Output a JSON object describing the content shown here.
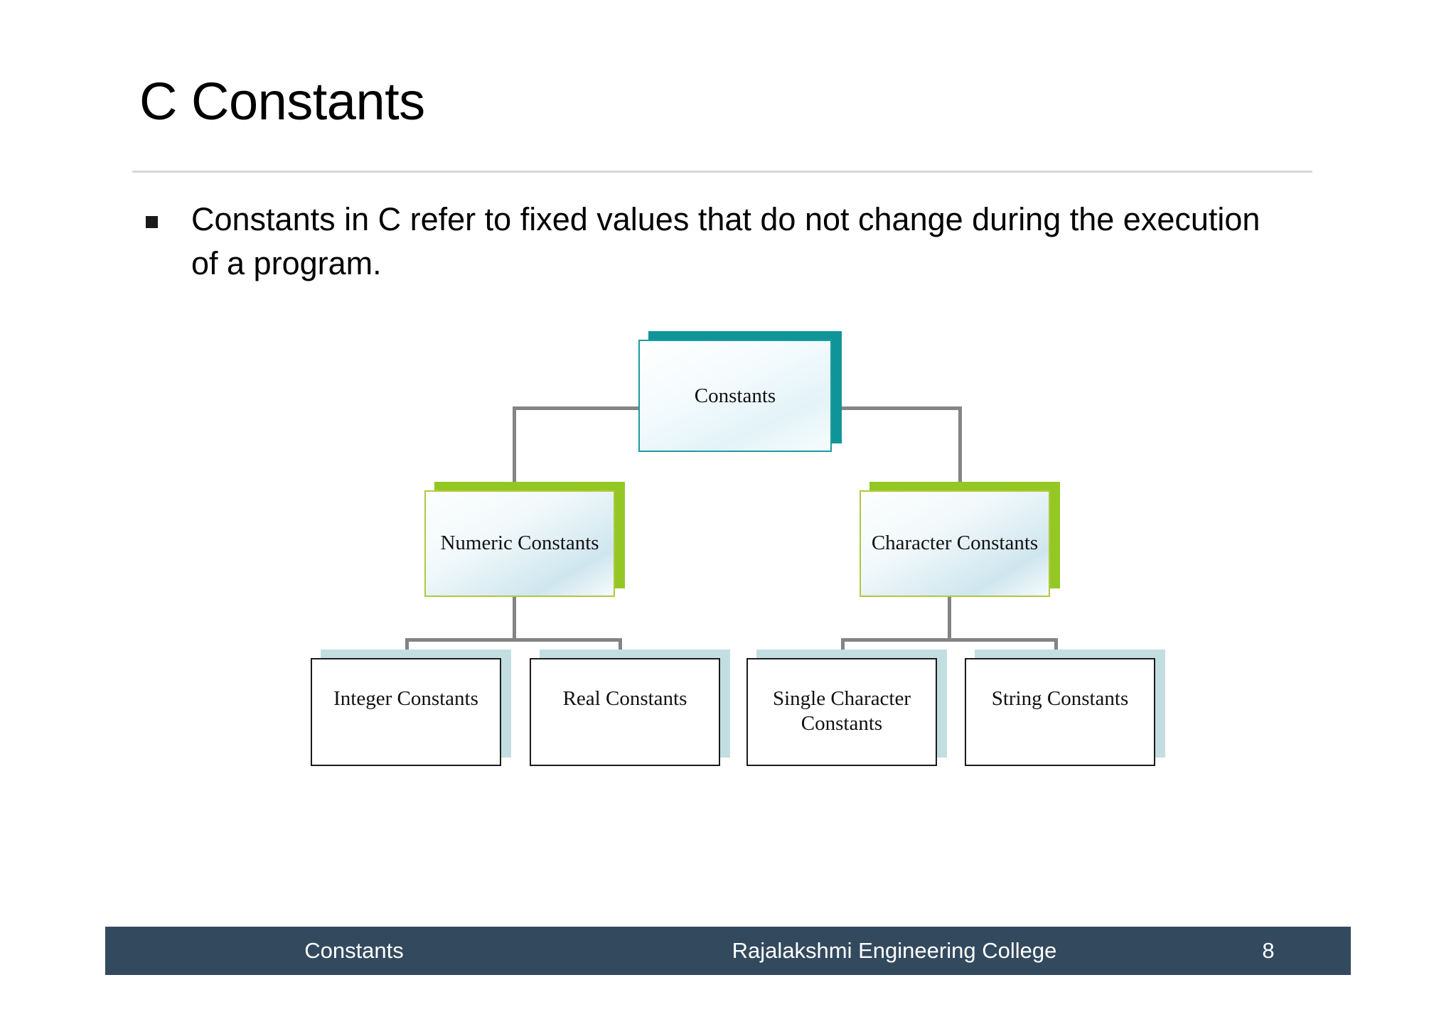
{
  "slide": {
    "title": "C Constants",
    "page_background": "#ffffff"
  },
  "body": {
    "bullet_marker": "square-bullet-icon",
    "bullet_text": "Constants in C refer to fixed values that do not change during the execution of a program."
  },
  "diagram": {
    "type": "hierarchy-tree",
    "root": {
      "label": "Constants",
      "accent_color": "#0f9598"
    },
    "categories": [
      {
        "label": "Numeric Constants",
        "accent_color": "#94c723"
      },
      {
        "label": "Character Constants",
        "accent_color": "#94c723"
      }
    ],
    "leaves": [
      {
        "label": "Integer Constants",
        "accent_color": "#c3dee1",
        "parent": "Numeric Constants"
      },
      {
        "label": "Real Constants",
        "accent_color": "#c3dee1",
        "parent": "Numeric Constants"
      },
      {
        "label": "Single Character Constants",
        "accent_color": "#c3dee1",
        "parent": "Character Constants"
      },
      {
        "label": "String Constants",
        "accent_color": "#c3dee1",
        "parent": "Character Constants"
      }
    ],
    "connector_color": "#848484"
  },
  "footer": {
    "left": "Constants",
    "center": "Rajalakshmi Engineering College",
    "page_number": "8",
    "background": "#33495e"
  }
}
